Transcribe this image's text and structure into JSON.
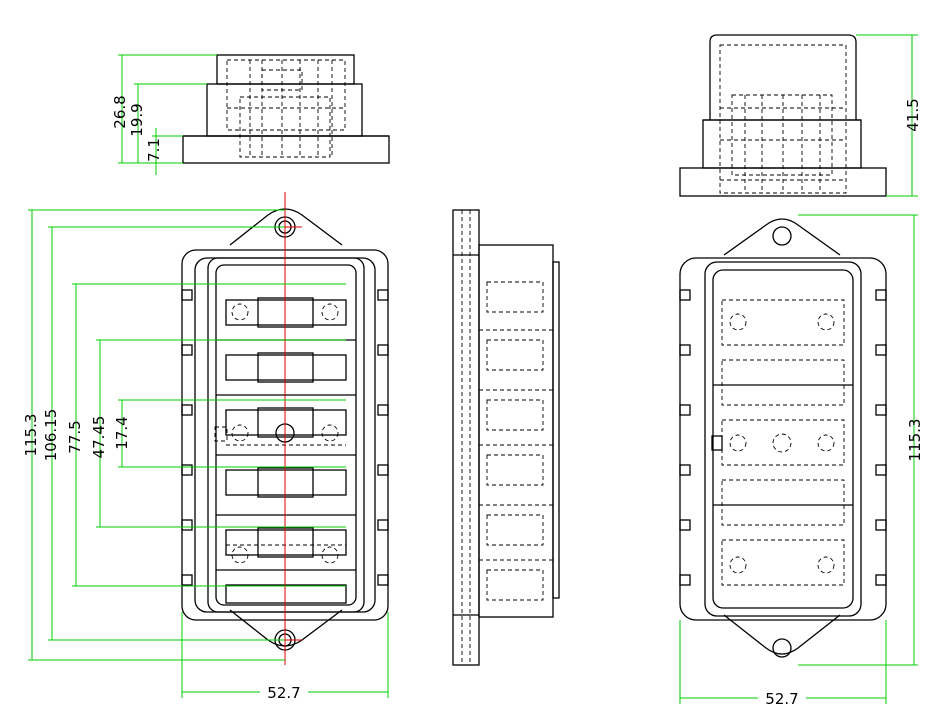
{
  "drawing": {
    "colors": {
      "outline": "#000000",
      "dimension": "#00cc00",
      "centerline": "#e00000",
      "background": "#ffffff"
    },
    "dimensions": {
      "top_left": {
        "total": "26.8",
        "mid": "19.9",
        "base": "7.1"
      },
      "top_right": {
        "height": "41.5"
      },
      "front": {
        "d1": "115.3",
        "d2": "106.15",
        "d3": "77.5",
        "d4": "47.45",
        "d5": "17.4",
        "width": "52.7"
      },
      "back": {
        "height": "115.3",
        "width": "52.7"
      }
    }
  }
}
